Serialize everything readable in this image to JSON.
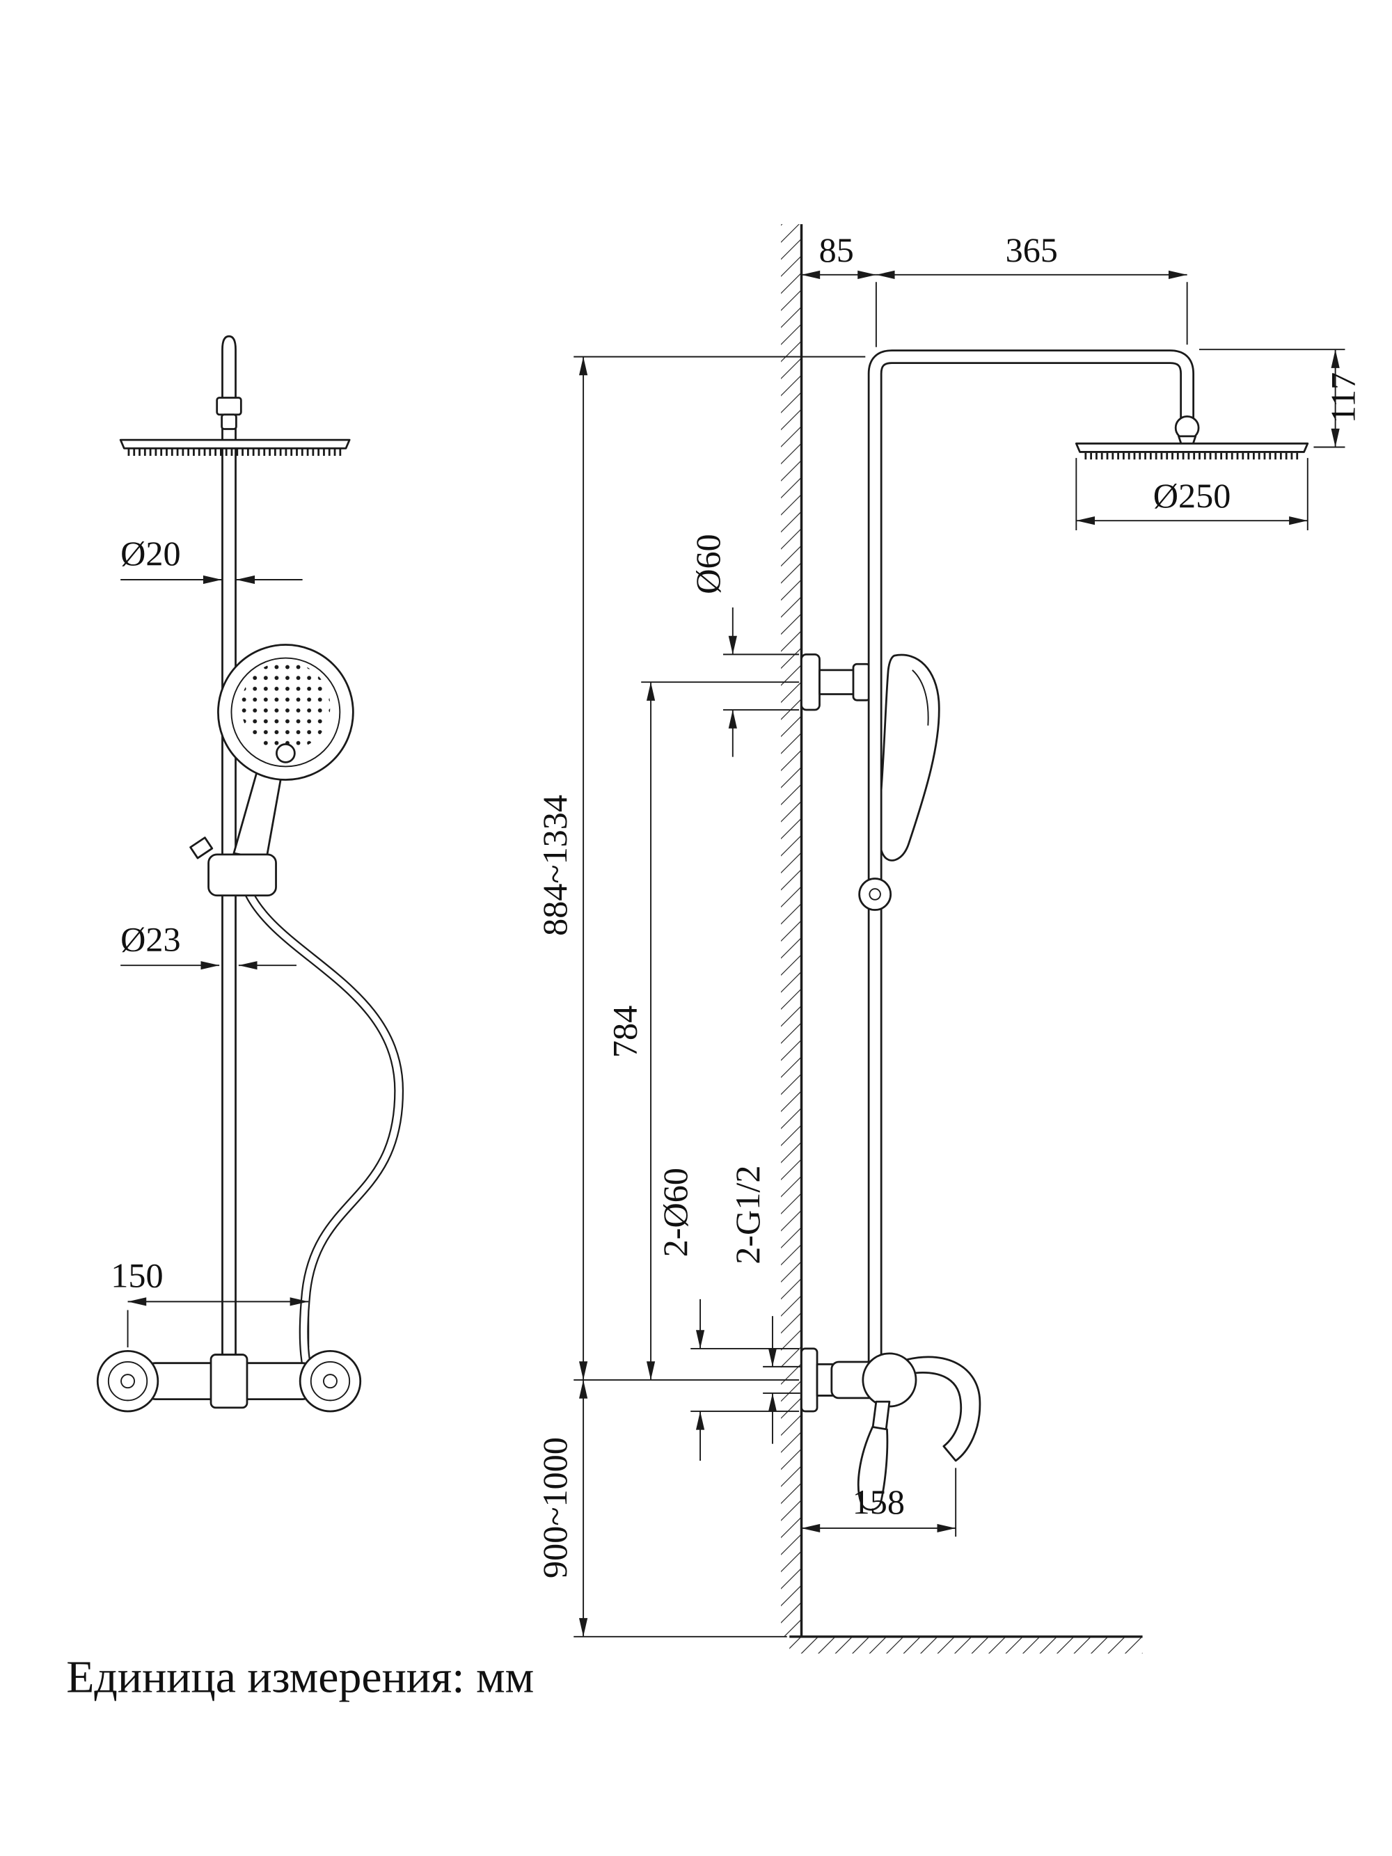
{
  "drawing": {
    "type": "shower-column-technical-drawing",
    "line_color": "#1a1a1a",
    "background": "#ffffff"
  },
  "labels": {
    "pipe_diameter": "Ø20",
    "hose_diameter": "Ø23",
    "handle_spacing": "150",
    "wall_offset": "85",
    "arm_length": "365",
    "head_drop": "117",
    "head_diameter": "Ø250",
    "bracket_diameter": "Ø60",
    "column_height": "884~1334",
    "bracket_height": "784",
    "escutcheon_spec": "2-Ø60",
    "thread_spec": "2-G1/2",
    "spout_reach": "158",
    "mount_height": "900~1000"
  },
  "note": "Единица измерения: мм"
}
